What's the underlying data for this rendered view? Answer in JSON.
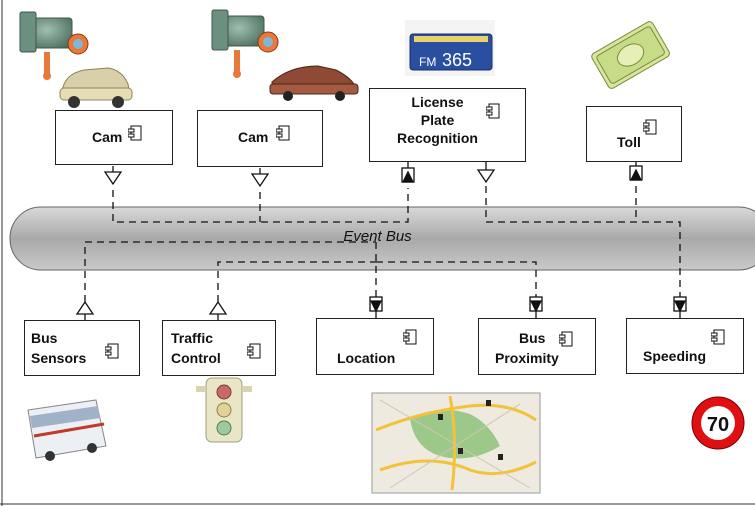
{
  "bus": {
    "label": "Event Bus"
  },
  "components": {
    "cam1": "Cam",
    "cam2": "Cam",
    "lpr": [
      "License",
      "Plate",
      "Recognition"
    ],
    "toll": "Toll",
    "bus_sensors": [
      "Bus",
      "Sensors"
    ],
    "traffic_control": [
      "Traffic",
      "Control"
    ],
    "location": "Location",
    "bus_proximity": [
      "Bus",
      "Proximity"
    ],
    "speeding": "Speeding"
  },
  "images": {
    "license_plate_text": "365",
    "license_plate_prefix": "FM",
    "speed_sign_value": "70"
  },
  "colors": {
    "bus_fill": "#b9b9b9",
    "speed_sign_red": "#e01010",
    "map_green": "#9cc98a",
    "map_road": "#f2c23a",
    "plate_blue": "#2a4fa0"
  }
}
